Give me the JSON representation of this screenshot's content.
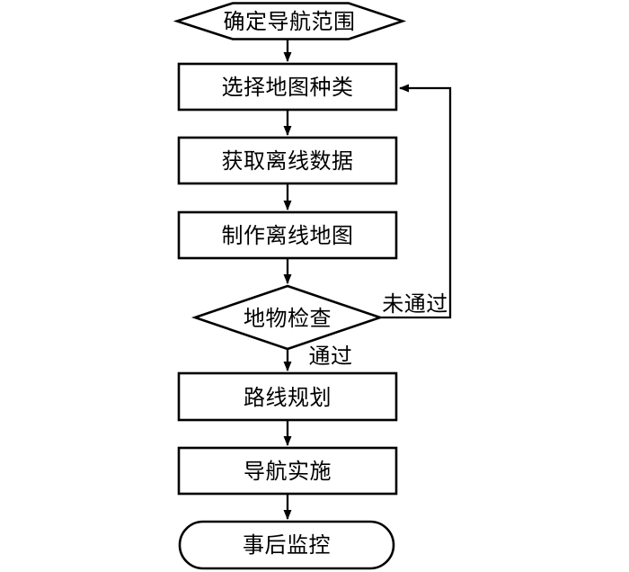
{
  "diagram": {
    "type": "flowchart",
    "background_color": "#ffffff",
    "line_color": "#000000",
    "nodes": [
      {
        "id": "start",
        "shape": "hexagon",
        "label": "确定导航范围"
      },
      {
        "id": "select-map-type",
        "shape": "process",
        "label": "选择地图种类"
      },
      {
        "id": "get-offline-data",
        "shape": "process",
        "label": "获取离线数据"
      },
      {
        "id": "make-offline-map",
        "shape": "process",
        "label": "制作离线地图"
      },
      {
        "id": "feature-check",
        "shape": "decision",
        "label": "地物检查"
      },
      {
        "id": "route-planning",
        "shape": "process",
        "label": "路线规划"
      },
      {
        "id": "navigation-implementation",
        "shape": "process",
        "label": "导航实施"
      },
      {
        "id": "post-monitoring",
        "shape": "terminator",
        "label": "事后监控"
      }
    ],
    "edges": [
      {
        "from": "start",
        "to": "select-map-type",
        "label": ""
      },
      {
        "from": "select-map-type",
        "to": "get-offline-data",
        "label": ""
      },
      {
        "from": "get-offline-data",
        "to": "make-offline-map",
        "label": ""
      },
      {
        "from": "make-offline-map",
        "to": "feature-check",
        "label": ""
      },
      {
        "from": "feature-check",
        "to": "route-planning",
        "label": "通过"
      },
      {
        "from": "feature-check",
        "to": "select-map-type",
        "label": "未通过"
      },
      {
        "from": "route-planning",
        "to": "navigation-implementation",
        "label": ""
      },
      {
        "from": "navigation-implementation",
        "to": "post-monitoring",
        "label": ""
      }
    ],
    "edge_labels": {
      "pass": "通过",
      "fail": "未通过"
    }
  }
}
